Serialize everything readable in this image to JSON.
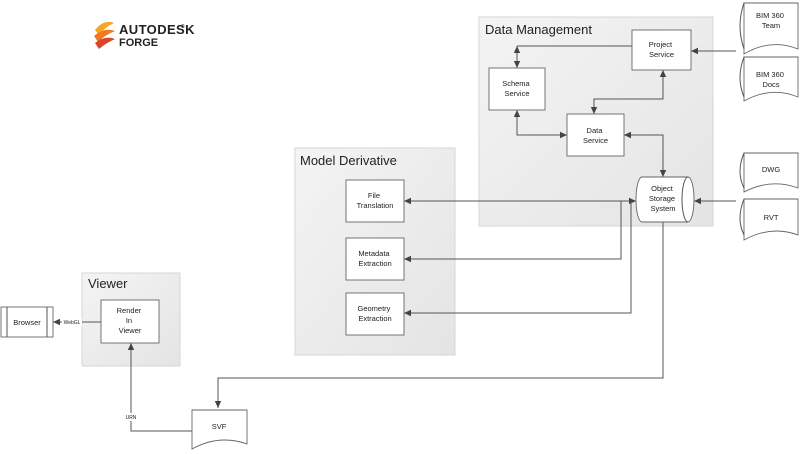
{
  "logo": {
    "brand": "AUTODESK",
    "reg": "®",
    "product": "FORGE",
    "accent": "#e8572a"
  },
  "groups": {
    "data_management": "Data Management",
    "model_derivative": "Model Derivative",
    "viewer": "Viewer"
  },
  "services": {
    "project": [
      "Project",
      "Service"
    ],
    "schema": [
      "Schema",
      "Service"
    ],
    "data": [
      "Data",
      "Service"
    ],
    "object_storage": [
      "Object",
      "Storage",
      "System"
    ],
    "file_translation": [
      "File",
      "Translation"
    ],
    "metadata_extraction": [
      "Metadata",
      "Extraction"
    ],
    "geometry_extraction": [
      "Geometry",
      "Extraction"
    ],
    "render_in_viewer": [
      "Render",
      "In",
      "Viewer"
    ]
  },
  "documents": {
    "bim360_team": [
      "BIM 360",
      "Team"
    ],
    "bim360_docs": [
      "BIM 360",
      "Docs"
    ],
    "dwg": "DWG",
    "rvt": "RVT",
    "svf": "SVF"
  },
  "browser": "Browser",
  "edge_labels": {
    "webgl": "WebGL",
    "urn": "URN"
  }
}
